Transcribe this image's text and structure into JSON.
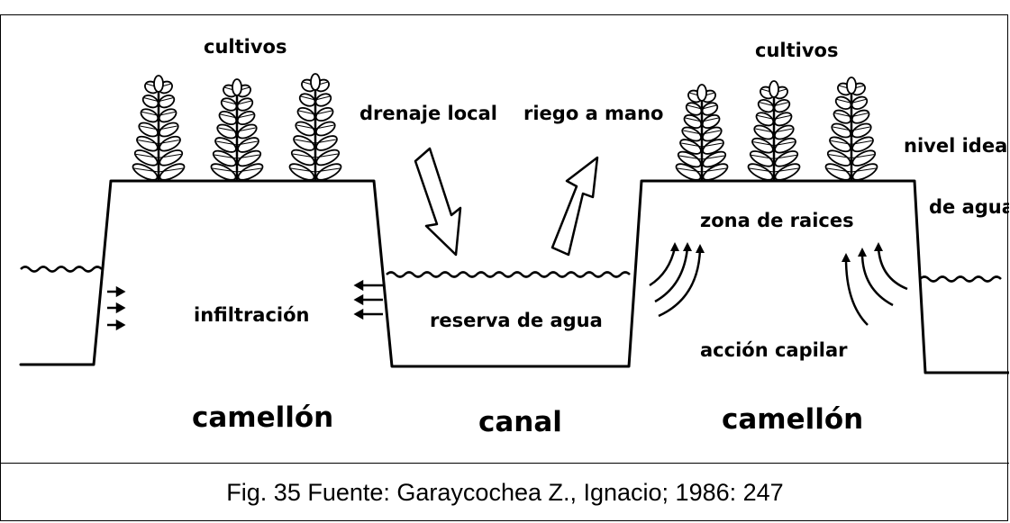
{
  "figure": {
    "labels": {
      "cultivos_left": "cultivos",
      "cultivos_right": "cultivos",
      "drenaje_local": "drenaje local",
      "riego_a_mano": "riego a mano",
      "nivel_ideal": "nivel ideal",
      "de_agua": "de agua",
      "zona_de_raices": "zona de raices",
      "infiltracion": "infiltración",
      "reserva_de_agua": "reserva de agua",
      "accion_capilar": "acción capilar",
      "camellon_left": "camellón",
      "canal": "canal",
      "camellon_right": "camellón"
    }
  },
  "caption": "Fig. 35 Fuente: Garaycochea Z., Ignacio; 1986: 247"
}
